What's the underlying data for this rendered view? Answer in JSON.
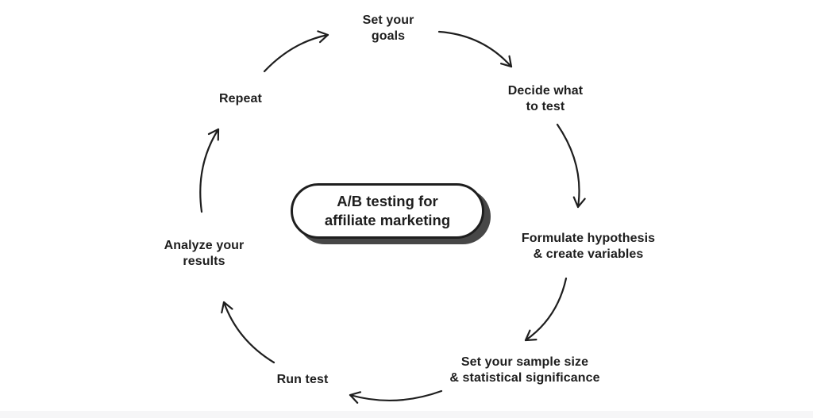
{
  "center": {
    "title": "A/B testing for\naffiliate marketing"
  },
  "steps": [
    {
      "label": "Set your\ngoals"
    },
    {
      "label": "Decide what\nto test"
    },
    {
      "label": "Formulate hypothesis\n& create variables"
    },
    {
      "label": "Set your sample size\n& statistical significance"
    },
    {
      "label": "Run test"
    },
    {
      "label": "Analyze your\nresults"
    },
    {
      "label": "Repeat"
    }
  ],
  "colors": {
    "ink": "#1e1e1e",
    "shadow": "#474747",
    "background": "#ffffff",
    "footer_band": "#f6f6f7"
  }
}
